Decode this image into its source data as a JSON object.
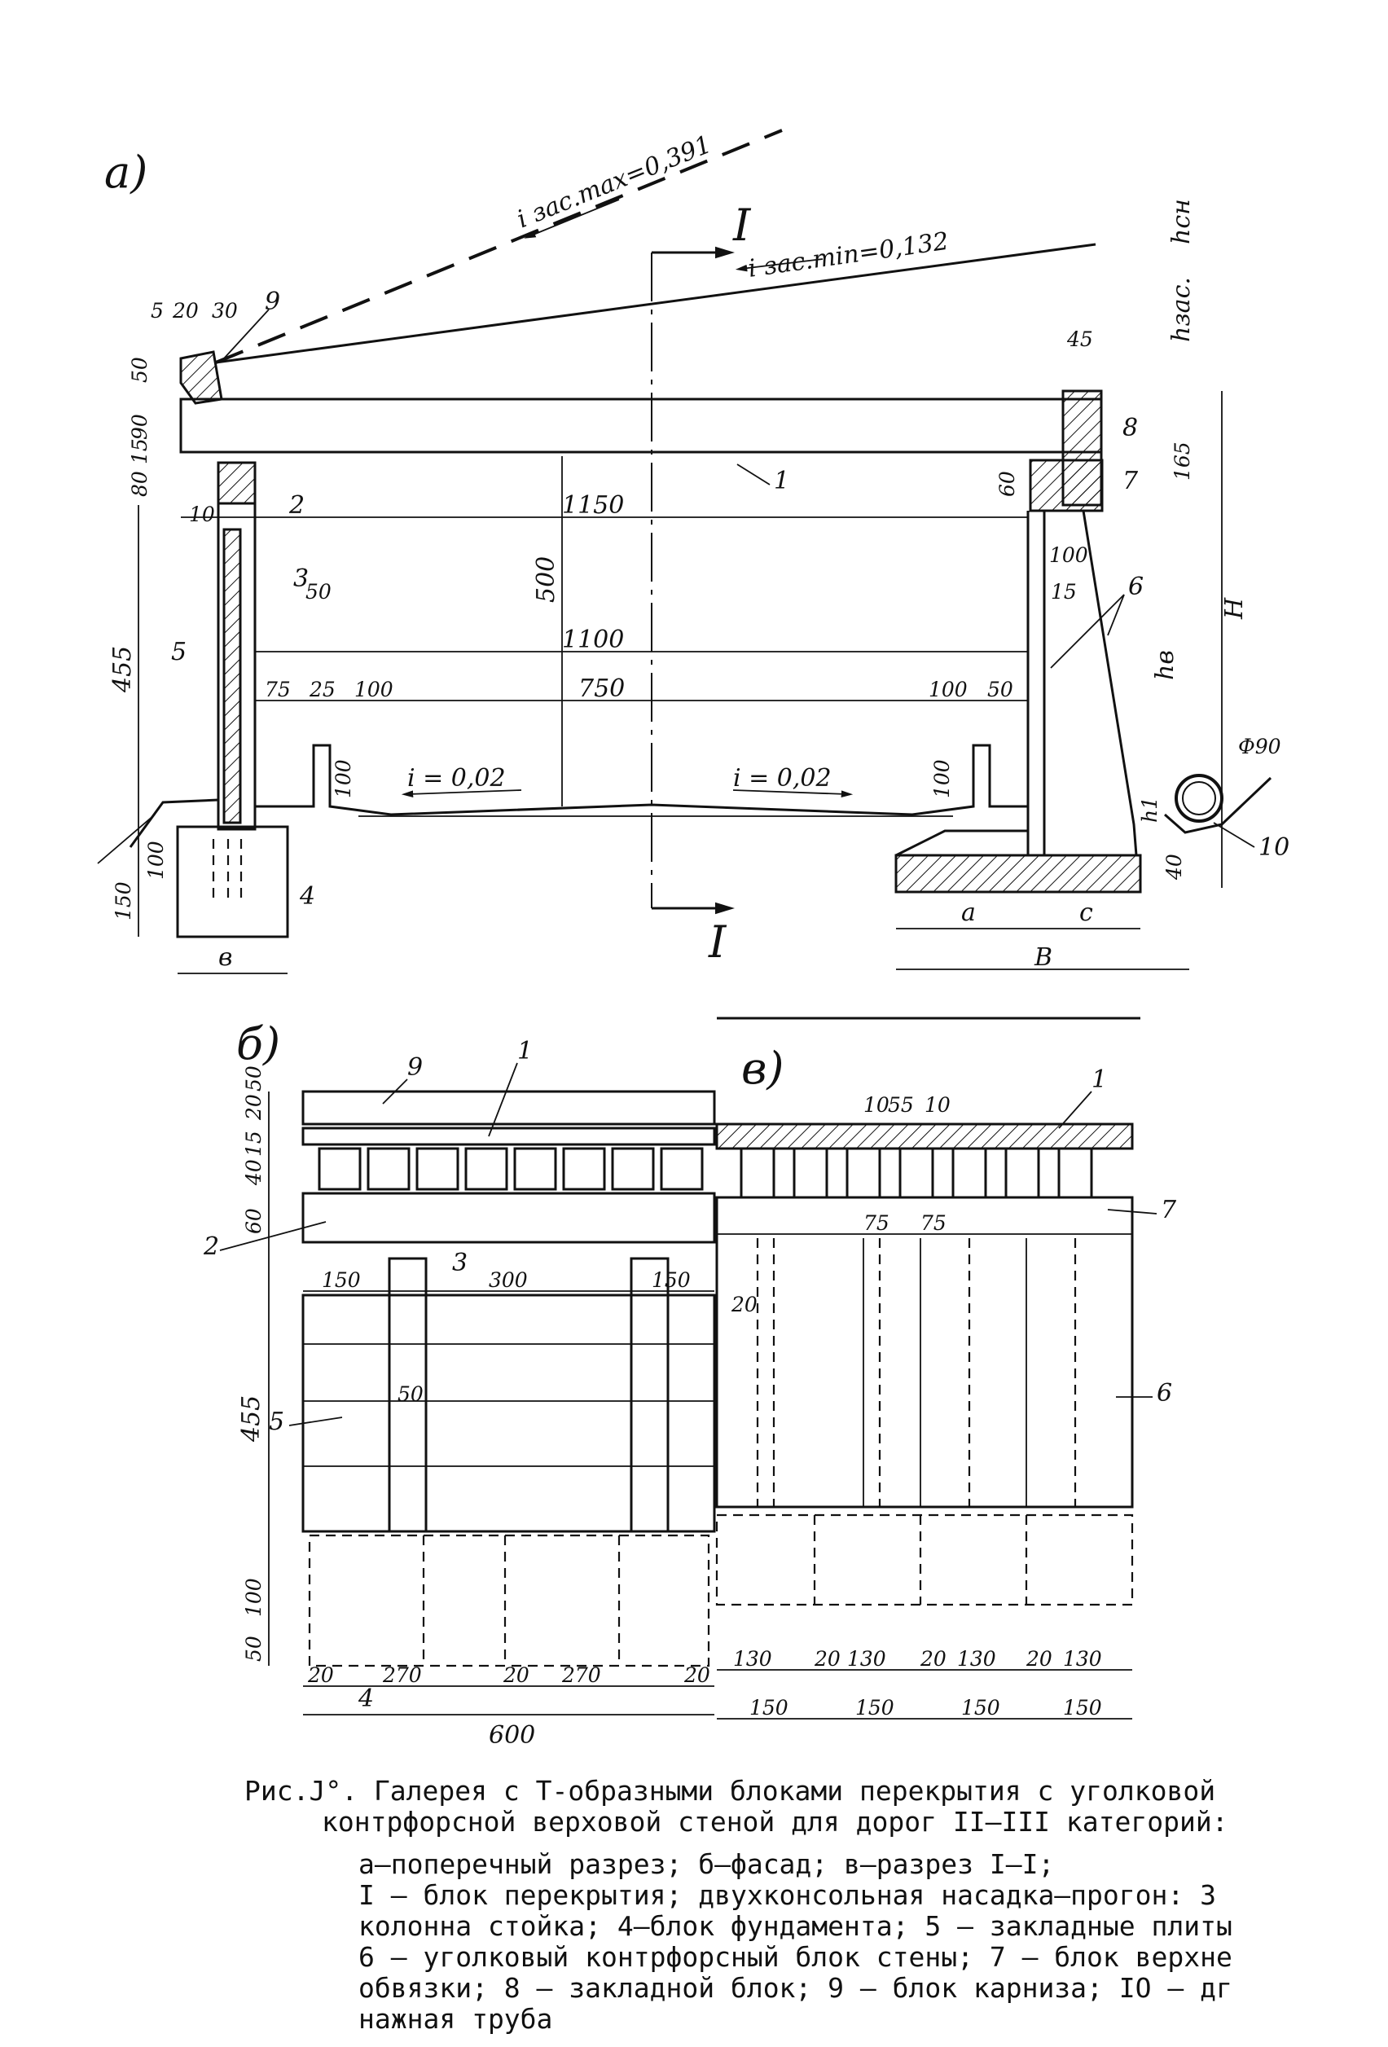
{
  "panels": {
    "a": "а)",
    "b": "б)",
    "v": "в)"
  },
  "section_a": {
    "slope_max": "i зас.max=0,391",
    "slope_min": "i зас.min=0,132",
    "section_mark": "I",
    "h_sn": "hсн",
    "h_zas": "hзас.",
    "H": "H",
    "h_v": "hв",
    "h1": "h1",
    "pipe": "Ф90",
    "dim_top": [
      "5",
      "20",
      "30"
    ],
    "dim_45": "45",
    "dim_left_stack": [
      "50",
      "90",
      "15",
      "80"
    ],
    "dim_10": "10",
    "dim_455": "455",
    "dim_150": "150",
    "dim_100_found": "100",
    "dim_1150": "1150",
    "dim_1100": "1100",
    "dim_500": "500",
    "dim_750": "750",
    "dim_75": "75",
    "dim_25": "25",
    "dim_100_l": "100",
    "dim_100_r": "100",
    "dim_50_r": "50",
    "dim_50_col": "50",
    "dim_100_curb_l": "100",
    "dim_100_curb_r": "100",
    "dim_60": "60",
    "dim_100_w": "100",
    "dim_15": "15",
    "dim_165": "165",
    "dim_40": "40",
    "slope_l": "i = 0,02",
    "slope_r": "i = 0,02",
    "a": "a",
    "c": "c",
    "B": "B",
    "v": "в",
    "parts": [
      "1",
      "2",
      "3",
      "4",
      "5",
      "6",
      "7",
      "8",
      "9",
      "10"
    ]
  },
  "section_b": {
    "dim_left": [
      "20",
      "50",
      "15",
      "40",
      "60",
      "455",
      "100",
      "50"
    ],
    "dim_150": "150",
    "dim_300": "300",
    "dim_150r": "150",
    "dim_50": "50",
    "dim_20a": "20",
    "dim_270a": "270",
    "dim_20b": "20",
    "dim_270b": "270",
    "dim_20c": "20",
    "dim_600": "600",
    "parts": [
      "9",
      "1",
      "2",
      "3",
      "5",
      "4"
    ]
  },
  "section_v": {
    "dim_top": [
      "10",
      "55",
      "10"
    ],
    "dim_75a": "75",
    "dim_75b": "75",
    "dim_20": "20",
    "bottom_row1": [
      "130",
      "20",
      "130",
      "20",
      "130",
      "20",
      "130"
    ],
    "bottom_row2": [
      "150",
      "150",
      "150",
      "150"
    ],
    "parts": [
      "1",
      "7",
      "6"
    ]
  },
  "caption": {
    "line1": "Рис.J°. Галерея с Т-образными блоками перекрытия с уголковой",
    "line2": "контрфорсной верховой стеной  для дорог II–III категорий:",
    "line3": "а–поперечный разрез; б–фасад; в–разрез I–I;",
    "line4": "I – блок перекрытия; двухконсольная насадка–прогон: 3",
    "line5": "колонна стойка; 4–блок фундамента; 5 – закладные плиты",
    "line6": "6 – уголковый контрфорсный блок стены; 7 – блок верхне",
    "line7": "обвязки; 8 – закладной блок; 9 – блок карниза; IO – дг",
    "line8": "нажная труба"
  }
}
